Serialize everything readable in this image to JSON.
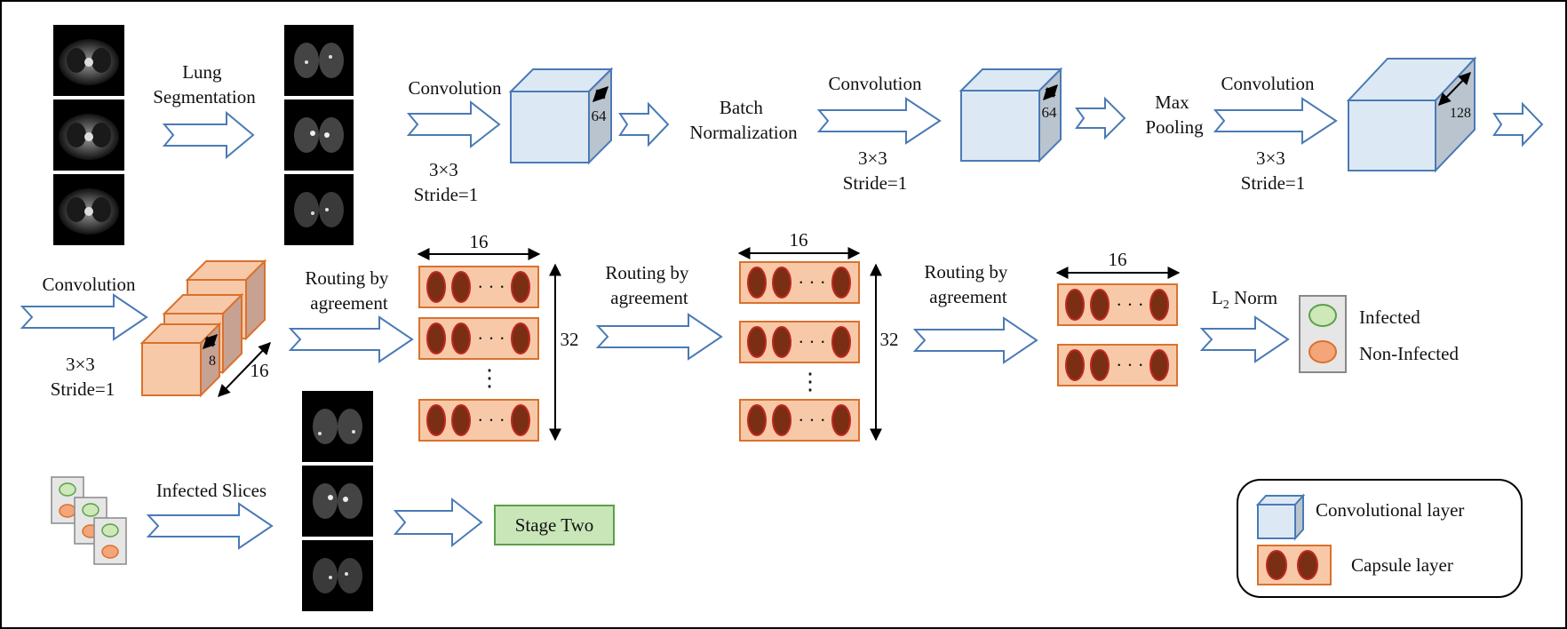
{
  "stage1": {
    "lung_segmentation": "Lung\nSegmentation",
    "conv1": "Convolution",
    "conv1_params": "3×3\nStride=1",
    "cube1_depth": "64",
    "batch_norm": "Batch\nNormalization",
    "conv2": "Convolution",
    "conv2_params": "3×3\nStride=1",
    "cube2_depth": "64",
    "max_pool": "Max\nPooling",
    "conv3": "Convolution",
    "conv3_params": "3×3\nStride=1",
    "cube3_depth": "128"
  },
  "stage2": {
    "conv4": "Convolution",
    "conv4_params": "3×3\nStride=1",
    "primary_depth": "8",
    "primary_side": "16",
    "routing1": "Routing by\nagreement",
    "caps1_width": "16",
    "caps1_count": "32",
    "routing2": "Routing by\nagreement",
    "caps2_width": "16",
    "caps2_count": "32",
    "routing3": "Routing by\nagreement",
    "caps3_width": "16",
    "l2_norm": "L",
    "l2_sub": "2",
    "l2_suffix": " Norm",
    "out_infected": "Infected",
    "out_noninfected": "Non-Infected",
    "dots": "· · ·",
    "vdots": "⋮"
  },
  "stage3": {
    "infected_slices": "Infected Slices",
    "stage_two": "Stage Two"
  },
  "legend": {
    "conv_layer": "Convolutional layer",
    "capsule_layer": "Capsule layer"
  },
  "colors": {
    "cube_face": "#dce9f5",
    "cube_side": "#b9c4cf",
    "cube_stroke": "#4a7ab5",
    "capsule_fill": "#f8c9a8",
    "capsule_stroke": "#d9722e",
    "capsule_oval": "#7a2e14",
    "capsule_oval_stroke": "#c0281e",
    "infected": "#cfe8b8",
    "noninfected": "#f4a57a",
    "stage_two_fill": "#c9e6b8",
    "stage_two_stroke": "#5aa04a",
    "arrow_stroke": "#4a7ab5"
  }
}
